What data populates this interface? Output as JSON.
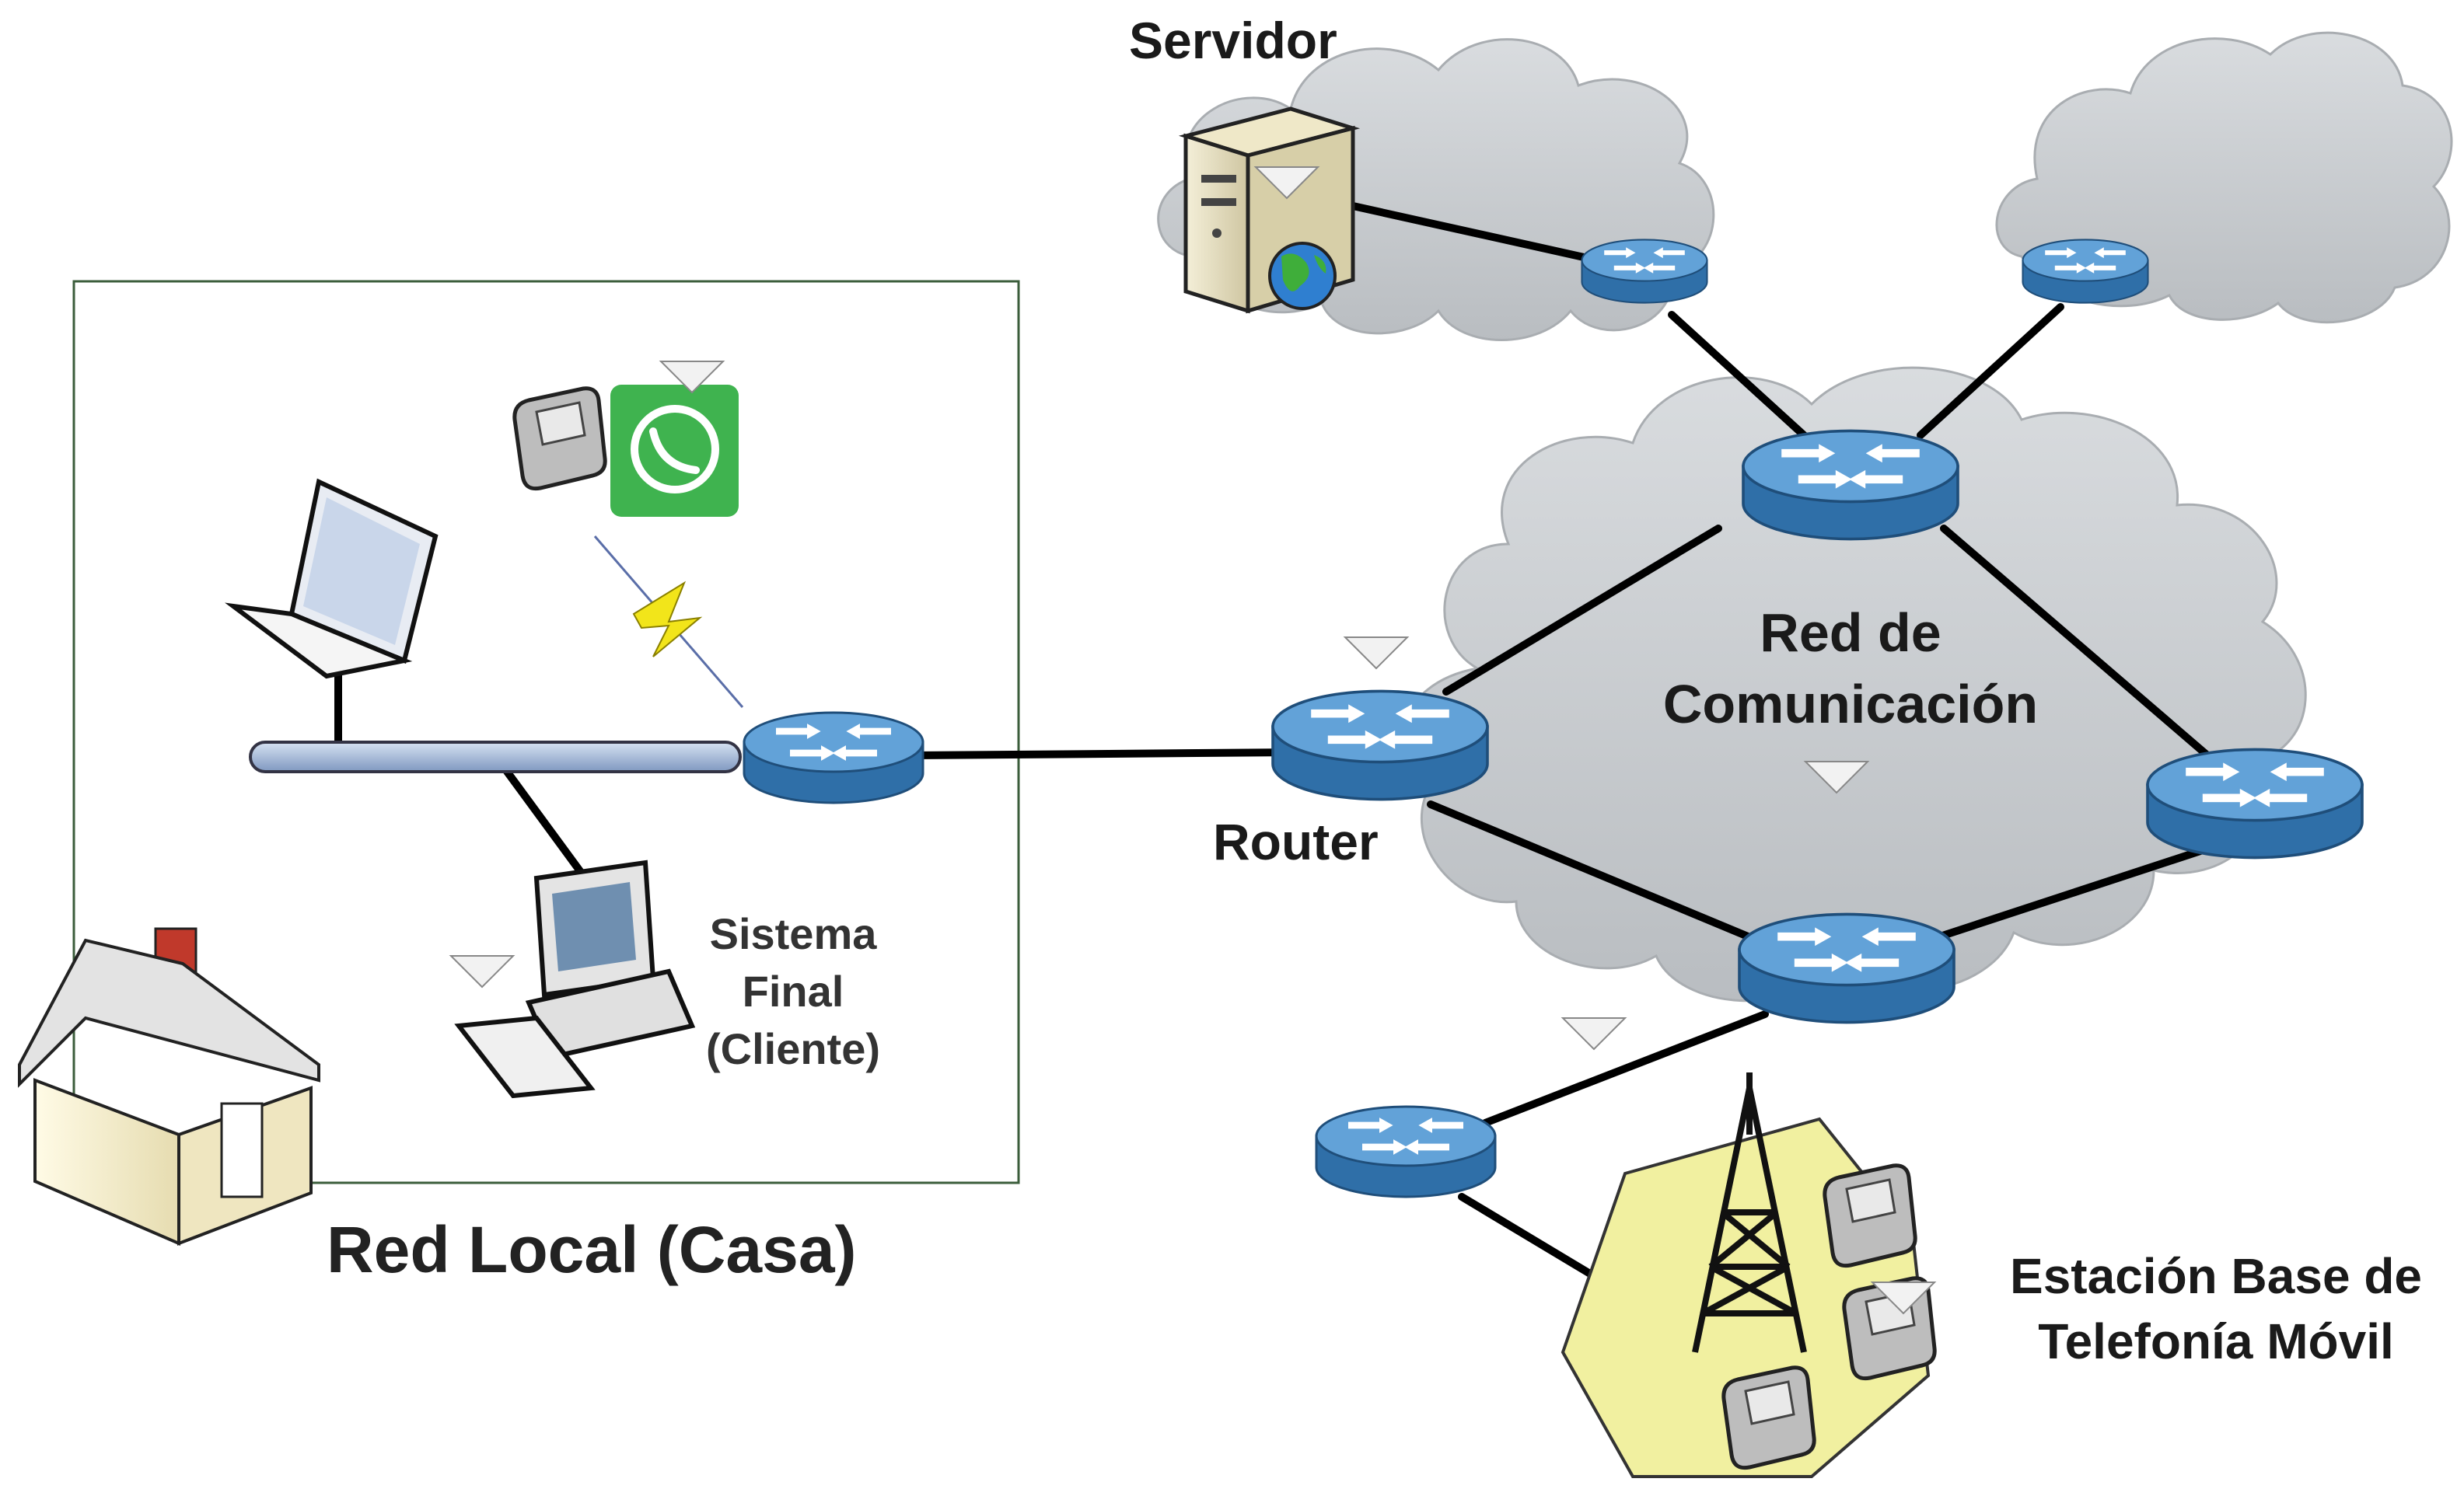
{
  "labels": {
    "servidor": "Servidor",
    "router": "Router",
    "red_comunicacion": "Red de Comunicación",
    "red_local": "Red Local (Casa)",
    "sistema_final": "Sistema Final (Cliente)",
    "estacion_base": "Estación Base de Telefonía Móvil"
  },
  "icons": [
    "server-icon",
    "globe-icon",
    "router-icon",
    "laptop-icon",
    "desktop-computer-icon",
    "mobile-phone-icon",
    "whatsapp-icon",
    "house-icon",
    "cell-tower-icon",
    "lightning-icon",
    "cloud-icon"
  ],
  "colors": {
    "cloud": "#c8cbce",
    "router_top": "#5c9bd1",
    "router_side": "#2f6fa8",
    "cell_area": "#f1f0a0",
    "lan_box_border": "#3b5d3b",
    "bus": "#aebfd9",
    "whatsapp": "#3fb34f"
  }
}
